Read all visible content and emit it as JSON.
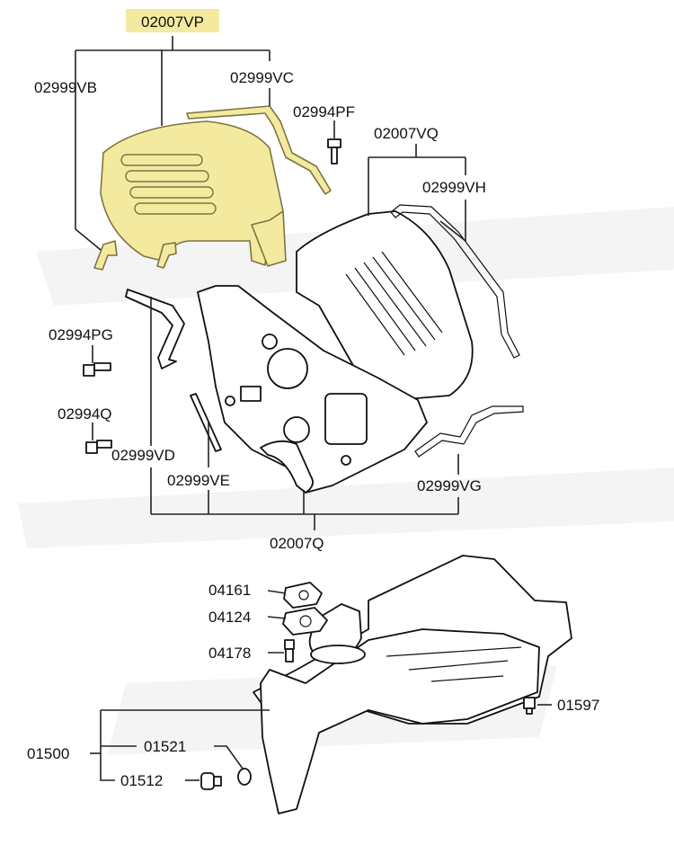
{
  "diagram": {
    "highlight_color": "#f3eaa0",
    "labels": {
      "vp": "02007VP",
      "vb": "02999VB",
      "vc": "02999VC",
      "pf": "02994PF",
      "vq": "02007VQ",
      "vh": "02999VH",
      "pg": "02994PG",
      "q_bolt": "02994Q",
      "vd": "02999VD",
      "ve": "02999VE",
      "vg": "02999VG",
      "q_group": "02007Q",
      "p04161": "04161",
      "p04124": "04124",
      "p04178": "04178",
      "p01597": "01597",
      "p01500": "01500",
      "p01521": "01521",
      "p01512": "01512"
    }
  }
}
